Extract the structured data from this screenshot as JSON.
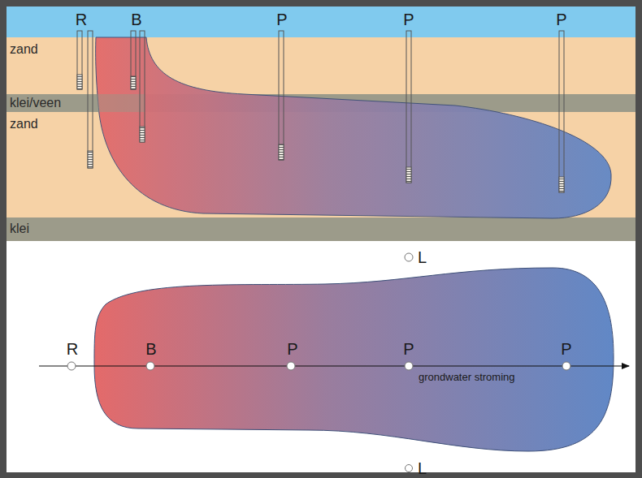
{
  "diagram": {
    "nodes": [
      {
        "text": [
          "zand"
        ]
      },
      {
        "text": [
          "klei/veen"
        ]
      },
      {
        "text": [
          "zand"
        ]
      },
      {
        "text": [
          "klei"
        ]
      }
    ],
    "labels": [
      "R",
      "B",
      "P",
      "P",
      "P",
      "L",
      "R",
      "B",
      "P",
      "P",
      "P",
      "grondwater stroming",
      "L"
    ]
  }
}
